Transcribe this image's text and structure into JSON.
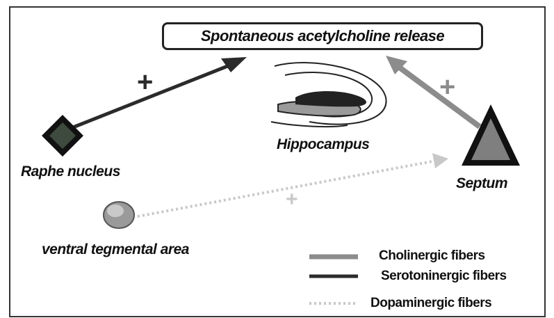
{
  "title": "Spontaneous acetylcholine release",
  "nodes": {
    "raphe": "Raphe nucleus",
    "hippocampus": "Hippocampus",
    "septum": "Septum",
    "vta": "ventral tegmental area"
  },
  "signs": {
    "raphe_arrow": "+",
    "septum_arrow": "+",
    "vta_arrow": "+"
  },
  "legend": {
    "cholinergic": "Cholinergic fibers",
    "serotoninergic": "Serotoninergic fibers",
    "dopaminergic": "Dopaminergic fibers"
  },
  "colors": {
    "cholinergic": "#8c8c8c",
    "serotoninergic": "#2b2b2b",
    "dopaminergic": "#c8c8c8",
    "raphe_fill": "#3f4a3f",
    "septum_fill": "#7f7f7f"
  }
}
